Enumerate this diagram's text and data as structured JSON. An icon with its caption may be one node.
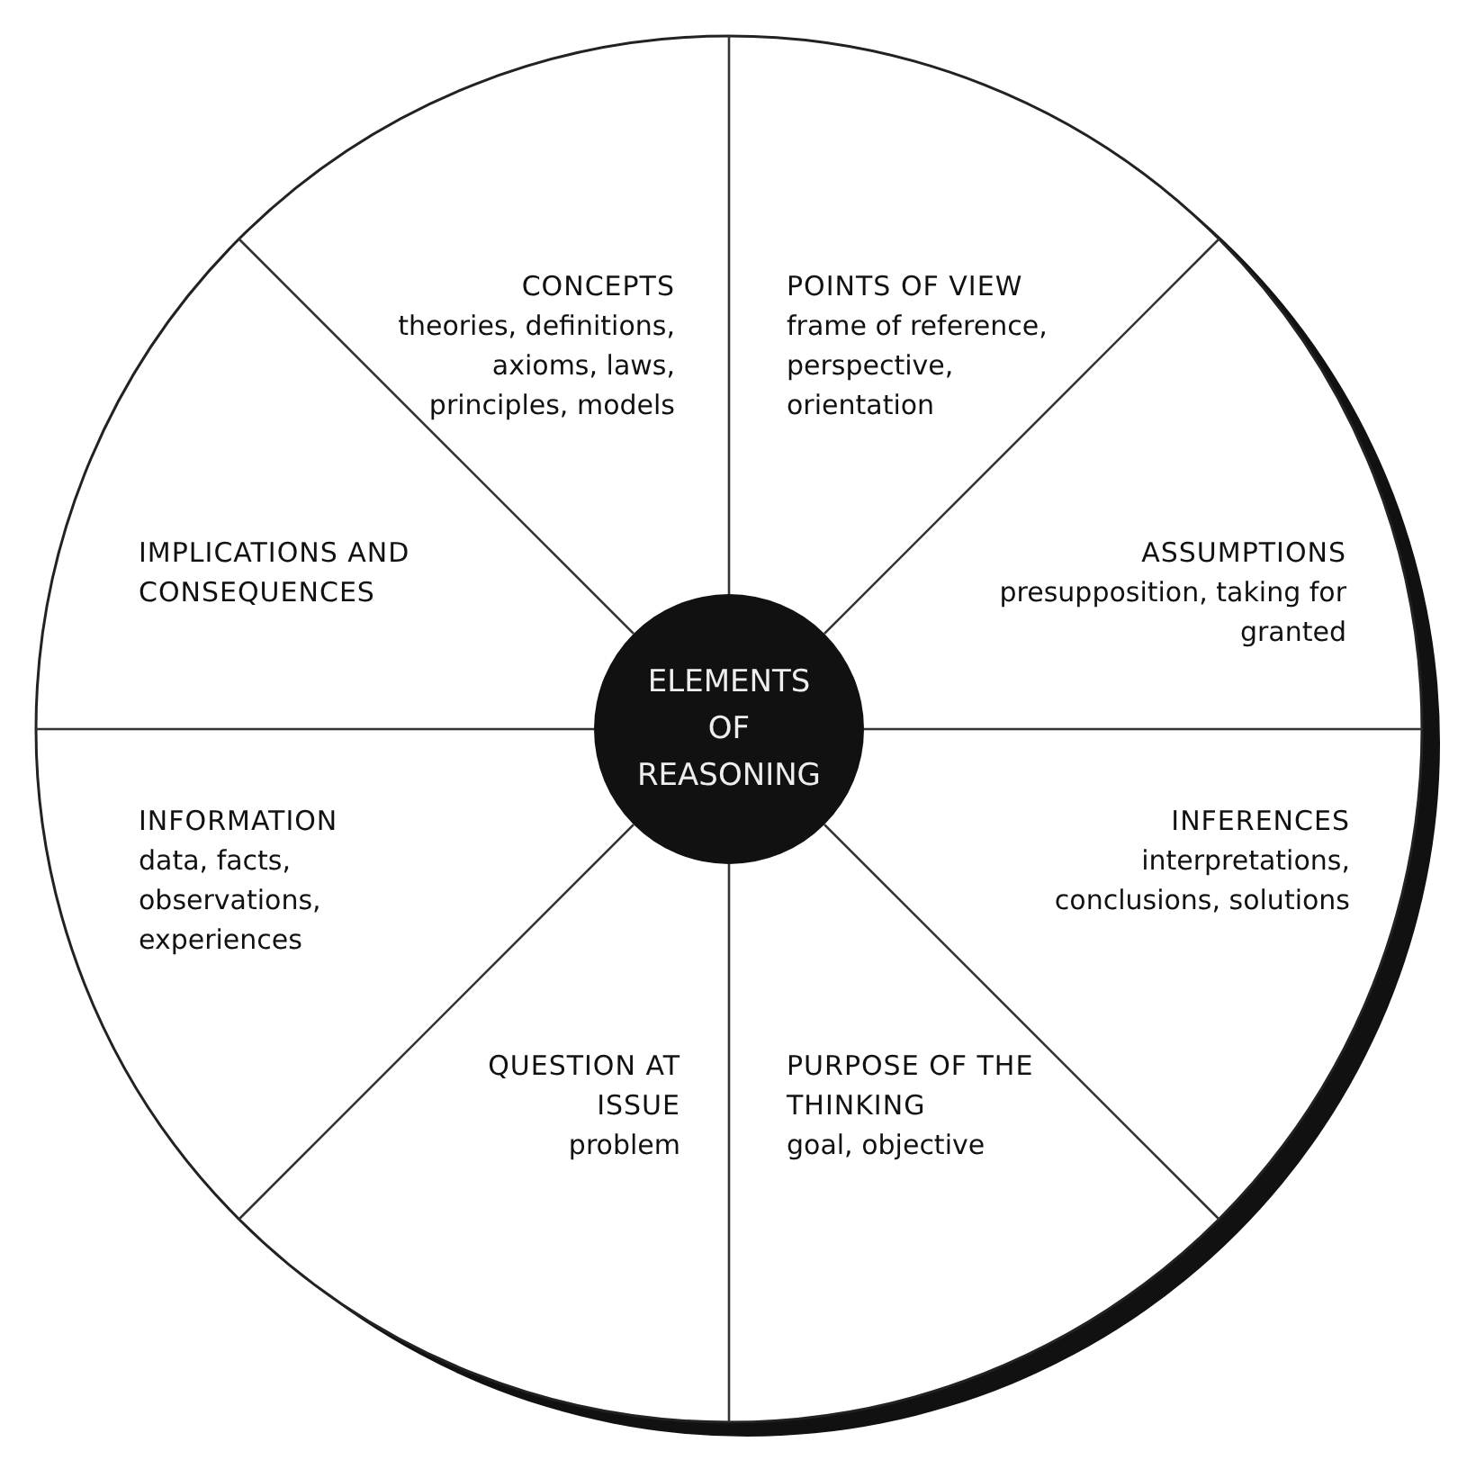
{
  "diagram": {
    "nodes": [
      {
        "text": [],
        "shape": "circle"
      },
      {
        "text": [
          "CONCEPTS",
          "theories, definitions, axioms, laws, principles, models"
        ],
        "in": 0
      },
      {
        "text": [
          "POINTS OF VIEW",
          "frame of reference, perspective, orientation"
        ],
        "in": 0
      },
      {
        "text": [
          "IMPLICATIONS AND CONSEQUENCES"
        ],
        "in": 0
      },
      {
        "text": [
          "ASSUMPTIONS",
          "presupposition, taking for granted"
        ],
        "in": 0
      },
      {
        "text": [
          "ELEMENTS OF REASONING"
        ],
        "in": 0
      },
      {
        "text": [
          "INFORMATION",
          "data, facts, observations, experiences"
        ],
        "in": 0
      },
      {
        "text": [
          "INFERENCES",
          "interpretations, conclusions, solutions"
        ],
        "in": 0
      },
      {
        "text": [
          "QUESTION AT ISSUE",
          "problem"
        ],
        "in": 0
      },
      {
        "text": [
          "PURPOSE OF THE THINKING",
          "goal, objective"
        ],
        "in": 0
      }
    ]
  }
}
